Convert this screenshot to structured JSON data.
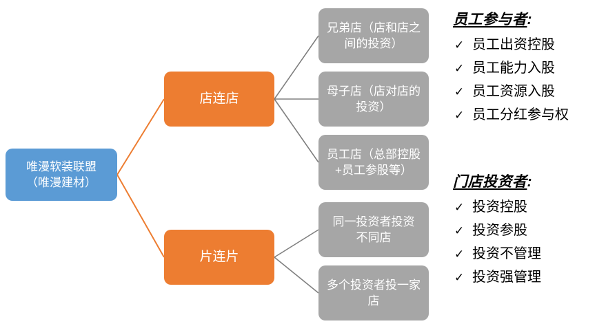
{
  "diagram": {
    "root": {
      "name": "唯漫软装联盟",
      "subname": "（唯漫建材）",
      "color": "#5b9bd5"
    },
    "branches": [
      {
        "label": "店连店",
        "color": "#ed7d31",
        "leaves": [
          {
            "line1": "兄弟店（店和店之",
            "line2": "间的投资）"
          },
          {
            "line1": "母子店（店对店的",
            "line2": "投资）"
          },
          {
            "line1": "员工店（总部控股",
            "line2": "+员工参股等）"
          }
        ]
      },
      {
        "label": "片连片",
        "color": "#ed7d31",
        "leaves": [
          {
            "line1": "同一投资者投资",
            "line2": "不同店"
          },
          {
            "line1": "多个投资者投一家",
            "line2": "店"
          }
        ]
      }
    ],
    "leaf_color": "#a6a6a6",
    "connector_colors": {
      "root_to_branch": "#ed7d31",
      "branch_to_leaf": "#808080"
    }
  },
  "panels": [
    {
      "heading": "员工参与者",
      "heading_colon": ":",
      "items": [
        {
          "icon": "check-icon",
          "label": "员工出资控股"
        },
        {
          "icon": "check-icon",
          "label": "员工能力入股"
        },
        {
          "icon": "check-icon",
          "label": "员工资源入股"
        },
        {
          "icon": "check-icon",
          "label": "员工分红参与权"
        }
      ]
    },
    {
      "heading": "门店投资者",
      "heading_colon": ":",
      "items": [
        {
          "icon": "check-icon",
          "label": "投资控股"
        },
        {
          "icon": "check-icon",
          "label": "投资参股"
        },
        {
          "icon": "check-icon",
          "label": "投资不管理"
        },
        {
          "icon": "check-icon",
          "label": "投资强管理"
        }
      ]
    }
  ],
  "icons": {
    "check": "✓"
  }
}
